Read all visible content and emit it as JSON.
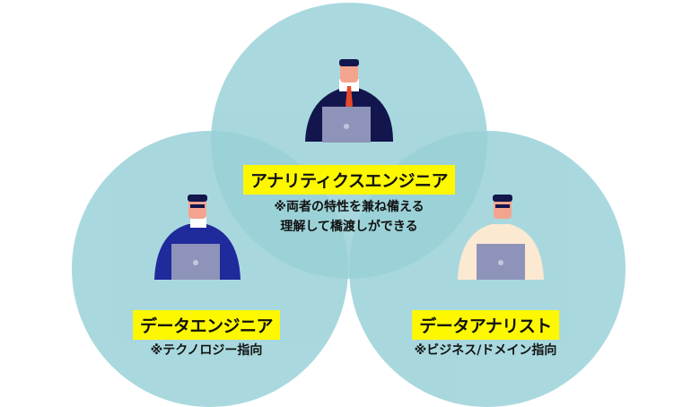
{
  "colors": {
    "circle": "#8ecdd4",
    "overlap": "#76bec6",
    "highlight": "#fdf800"
  },
  "roles": [
    {
      "title": "アナリティクスエンジニア",
      "note_lines": [
        "※両者の特性を兼ね備える",
        "理解して橋渡しができる"
      ]
    },
    {
      "title": "データエンジニア",
      "note_lines": [
        "※テクノロジー指向"
      ]
    },
    {
      "title": "データアナリスト",
      "note_lines": [
        "※ビジネス/ドメイン指向"
      ]
    }
  ]
}
